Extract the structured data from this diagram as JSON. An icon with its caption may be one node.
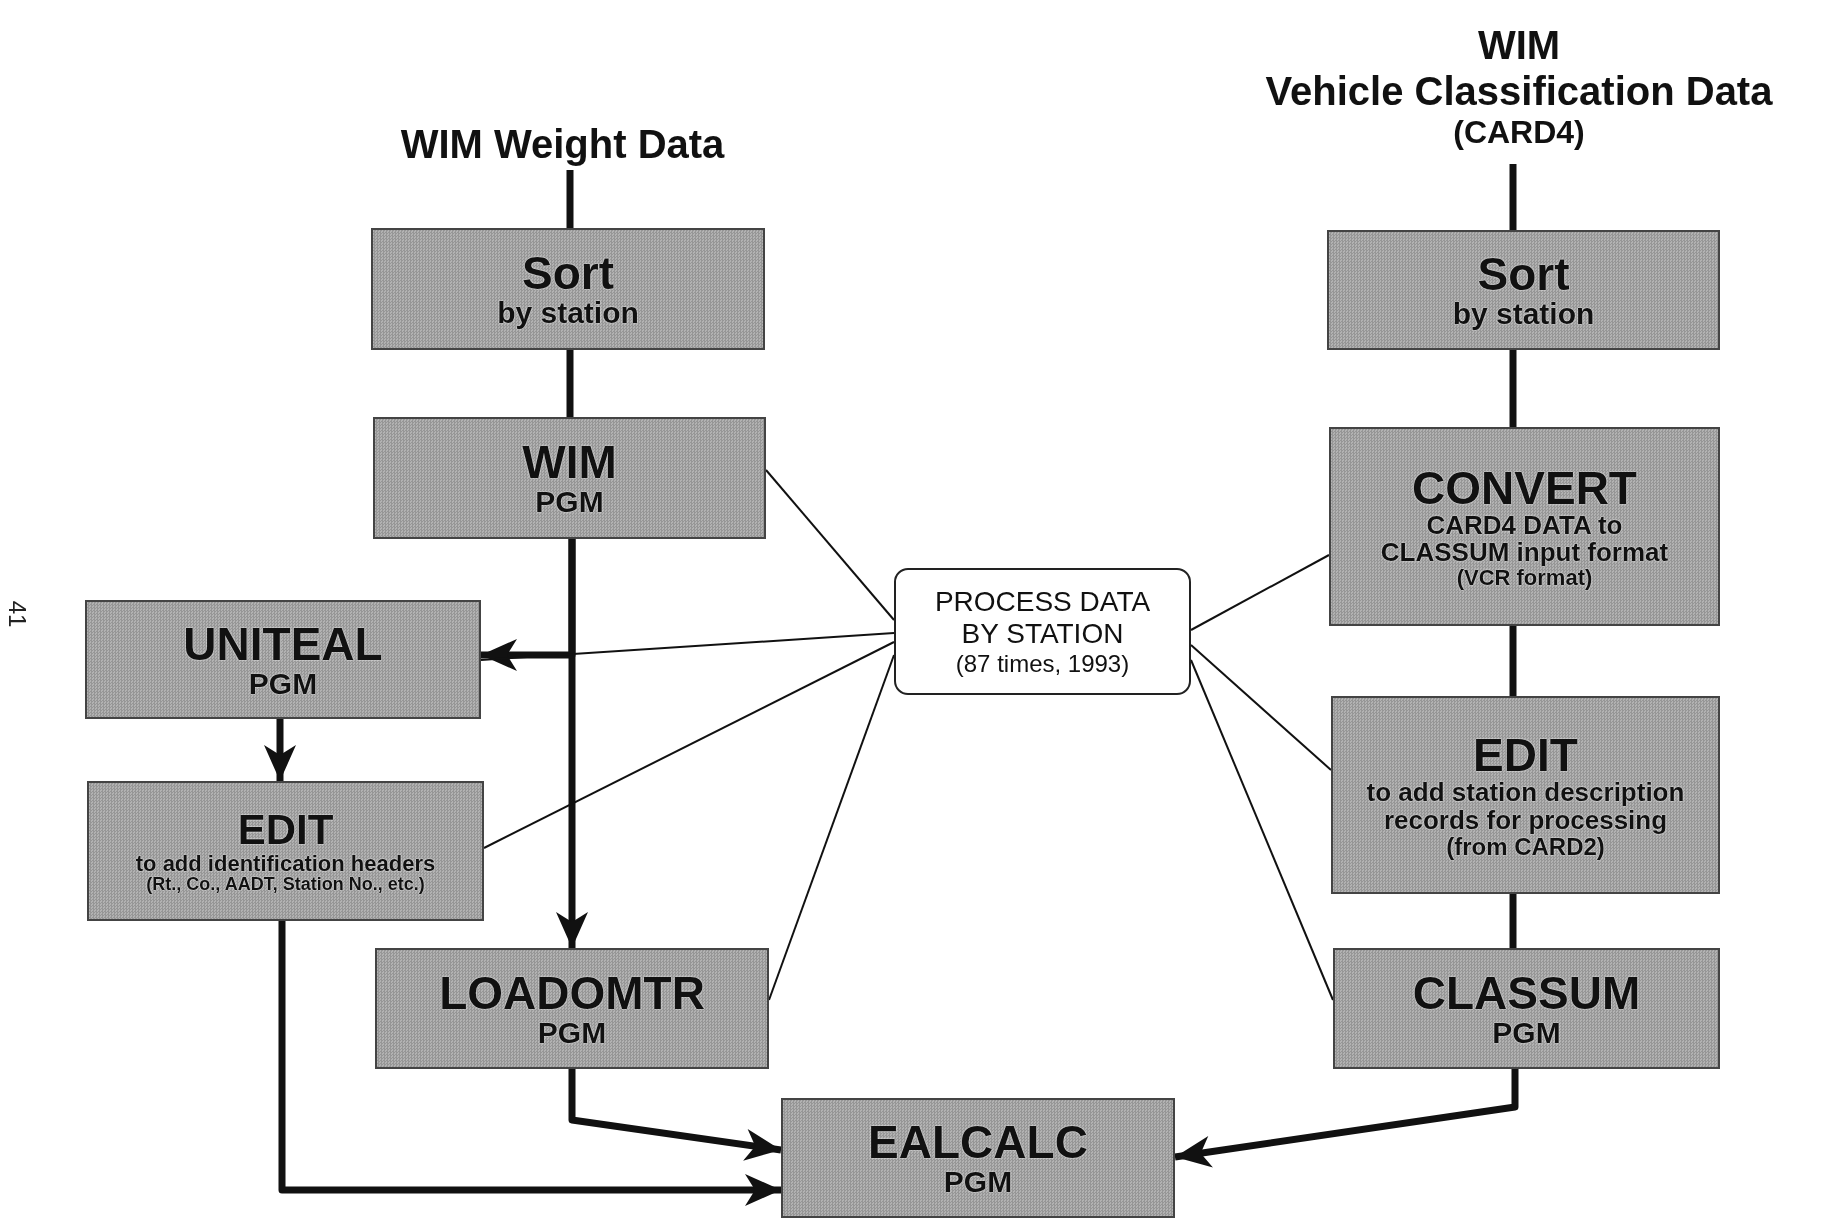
{
  "diagram": {
    "nodes": [
      {
        "text": [
          "WIM Weight Data"
        ]
      },
      {
        "text": [
          "Sort",
          "by station"
        ]
      },
      {
        "text": [
          "WIM",
          "PGM"
        ]
      },
      {
        "text": [
          "UNITEAL",
          "PGM"
        ]
      },
      {
        "text": [
          "EDIT",
          "to add identification headers",
          "(Rt., Co., AADT, Station No., etc.)"
        ]
      },
      {
        "text": [
          "LOADOMTR",
          "PGM"
        ]
      },
      {
        "text": [
          "EALCALC",
          "PGM"
        ]
      },
      {
        "text": [
          "WIM",
          "Vehicle Classification Data",
          "(CARD4)"
        ]
      },
      {
        "text": [
          "Sort",
          "by station"
        ]
      },
      {
        "text": [
          "CONVERT",
          "CARD4 DATA to CLASSUM input format",
          "(VCR format)"
        ]
      },
      {
        "text": [
          "EDIT",
          "to add station description records for processing",
          "(from CARD2)"
        ]
      },
      {
        "text": [
          "CLASSUM",
          "PGM"
        ]
      },
      {
        "text": [
          "PROCESS DATA BY STATION",
          "(87 times, 1993)"
        ]
      }
    ],
    "edges": [
      {
        "from": 0,
        "to": 1,
        "arrow": "none"
      },
      {
        "from": 1,
        "to": 2,
        "arrow": "none"
      },
      {
        "from": 2,
        "to": 5,
        "arrow": "to"
      },
      {
        "from": 2,
        "to": 3,
        "arrow": "to"
      },
      {
        "from": 3,
        "to": 4,
        "arrow": "to"
      },
      {
        "from": 4,
        "to": 6,
        "arrow": "to"
      },
      {
        "from": 5,
        "to": 6,
        "arrow": "to"
      },
      {
        "from": 7,
        "to": 8,
        "arrow": "none"
      },
      {
        "from": 8,
        "to": 9,
        "arrow": "none"
      },
      {
        "from": 9,
        "to": 10,
        "arrow": "none"
      },
      {
        "from": 10,
        "to": 11,
        "arrow": "none"
      },
      {
        "from": 11,
        "to": 6,
        "arrow": "to"
      },
      {
        "from": 12,
        "to": 2,
        "arrow": "none"
      },
      {
        "from": 12,
        "to": 3,
        "arrow": "none"
      },
      {
        "from": 12,
        "to": 4,
        "arrow": "none"
      },
      {
        "from": 12,
        "to": 5,
        "arrow": "none"
      },
      {
        "from": 12,
        "to": 9,
        "arrow": "none"
      },
      {
        "from": 12,
        "to": 10,
        "arrow": "none"
      },
      {
        "from": 12,
        "to": 11,
        "arrow": "none"
      }
    ],
    "labels": [
      "41"
    ]
  }
}
